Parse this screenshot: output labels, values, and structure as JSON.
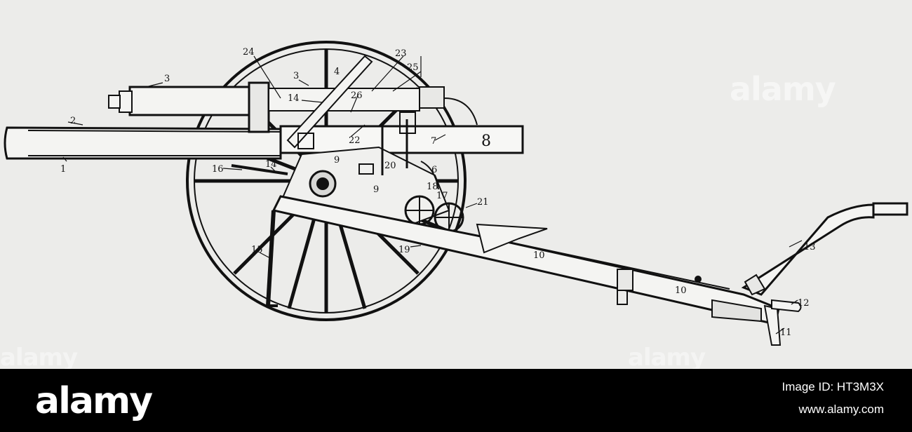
{
  "watermark": {
    "main": "alamy",
    "bottom_left": "alamy",
    "bottom_mid": "alamy"
  },
  "footer": {
    "logo": "alamy",
    "image_id": "Image ID: HT3M3X",
    "url": "www.alamy.com"
  },
  "labels": {
    "l1": "1",
    "l2": "2",
    "l3a": "3",
    "l3b": "3",
    "l4": "4",
    "l6": "6",
    "l7": "7",
    "l8": "8",
    "l9a": "9",
    "l9b": "9",
    "l10a": "10",
    "l10b": "10",
    "l11": "11",
    "l12": "12",
    "l13": "13",
    "l14a": "14",
    "l14b": "14",
    "l15": "15",
    "l16": "16",
    "l17": "17",
    "l18": "18",
    "l19": "19",
    "l20": "20",
    "l21": "21",
    "l22": "22",
    "l23": "23",
    "l24": "24",
    "l25": "25",
    "l26": "26"
  },
  "colors": {
    "ink": "#111111",
    "paper": "#ececea",
    "footer_bg": "#000000"
  }
}
